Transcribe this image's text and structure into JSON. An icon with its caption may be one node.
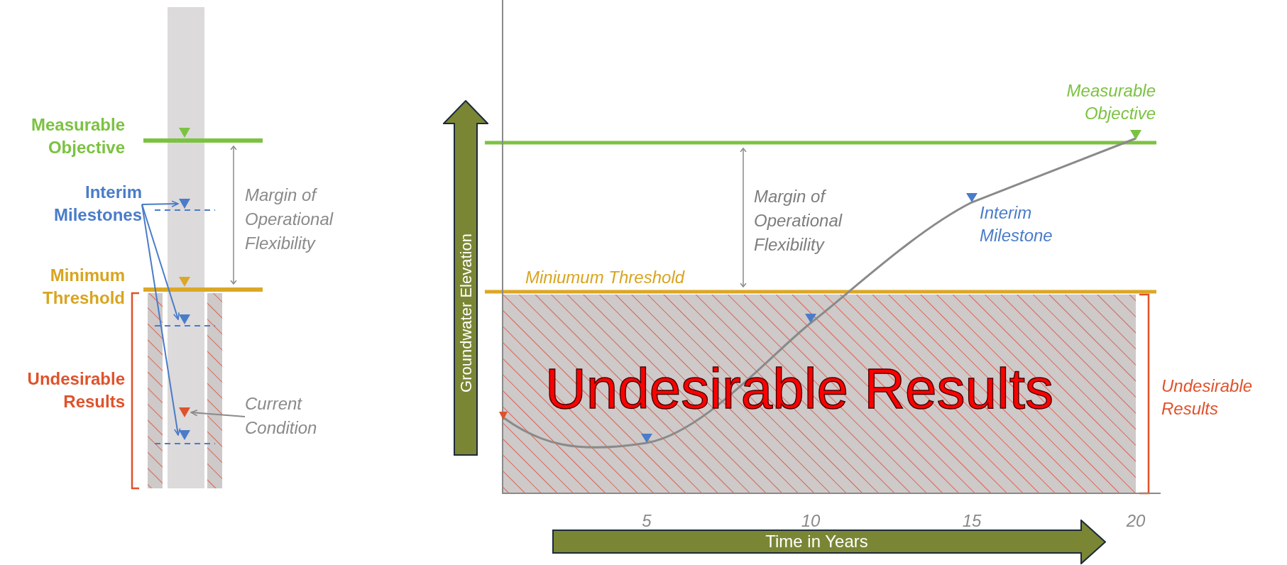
{
  "diagram": {
    "nodes": [
      {
        "text": [
          "Interim Milestones"
        ]
      },
      {
        "text": [
          "Current Condition"
        ]
      },
      {
        "text": [],
        "shape": "triangle"
      },
      {
        "text": [],
        "shape": "triangle"
      },
      {
        "text": [],
        "shape": "triangle"
      },
      {
        "text": [],
        "shape": "triangle"
      },
      {
        "text": [
          "Undesirable Results"
        ]
      },
      {
        "text": [
          "Groundwater Elevation"
        ]
      },
      {
        "text": [
          "Time in Years"
        ]
      }
    ],
    "edges": [
      {
        "from": 0,
        "to": 2,
        "arrow": "to"
      },
      {
        "from": 0,
        "to": 3,
        "arrow": "to"
      },
      {
        "from": 0,
        "to": 5,
        "arrow": "to"
      },
      {
        "from": 1,
        "to": 4,
        "arrow": "to",
        "color": "#8a8a8a"
      }
    ],
    "labels": [
      "Measurable Objective",
      "Minimum Threshold",
      "Undesirable Results",
      "Margin of Operational Flexibility",
      "Measurable Objective",
      "Margin of Operational Flexibility",
      "Interim Milestone",
      "Miniumum Threshold",
      "Undesirable Results",
      "5",
      "10",
      "15",
      "20"
    ]
  }
}
